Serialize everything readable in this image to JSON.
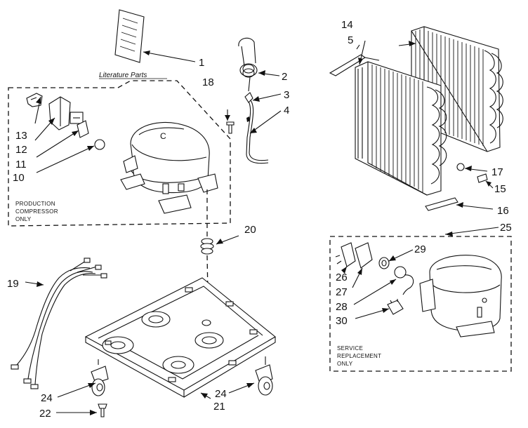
{
  "labels": {
    "literature_parts": "Literature Parts",
    "production_compressor": [
      "PRODUCTION",
      "COMPRESSOR",
      "ONLY"
    ],
    "service_replacement": [
      "SERVICE",
      "REPLACEMENT",
      "ONLY"
    ]
  },
  "callouts": {
    "n1": "1",
    "n2": "2",
    "n3": "3",
    "n4": "4",
    "n5": "5",
    "n10": "10",
    "n11": "11",
    "n12": "12",
    "n13": "13",
    "n14": "14",
    "n15": "15",
    "n16": "16",
    "n17": "17",
    "n18": "18",
    "n19": "19",
    "n20": "20",
    "n21": "21",
    "n22": "22",
    "n24a": "24",
    "n24b": "24",
    "n25": "25",
    "n26": "26",
    "n27": "27",
    "n28": "28",
    "n29": "29",
    "n30": "30"
  }
}
